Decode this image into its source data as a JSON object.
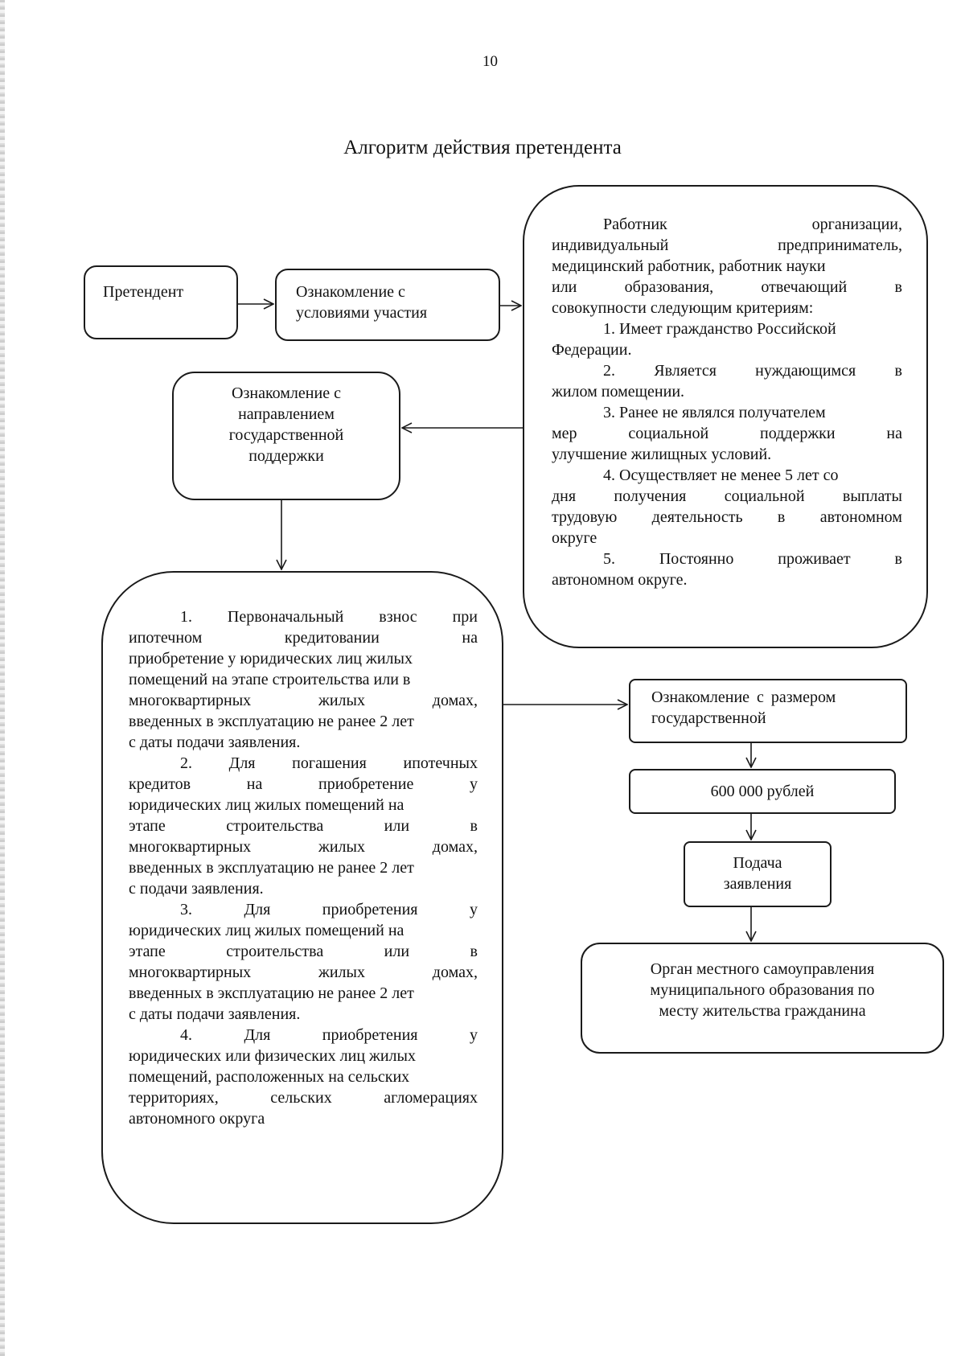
{
  "page_number": "10",
  "title": "Алгоритм действия претендента",
  "nodes": {
    "applicant": "Претендент",
    "conditions": [
      "Ознакомление с",
      "условиями участия"
    ],
    "criteria": {
      "intro": [
        [
          "Работник",
          "организации,"
        ],
        [
          "индивидуальный",
          "предприниматель,"
        ],
        [
          "медицинский работник, работник науки"
        ],
        [
          "или",
          "образования,",
          "отвечающий",
          "в"
        ],
        [
          "совокупности следующим критериям:"
        ]
      ],
      "items": [
        {
          "lines": [
            [
              "1. Имеет гражданство Российской"
            ],
            [
              "Федерации."
            ]
          ]
        },
        {
          "lines": [
            [
              "2.",
              "Является",
              "нуждающимся",
              "в"
            ],
            [
              "жилом помещении."
            ]
          ]
        },
        {
          "lines": [
            [
              "3. Ранее не являлся получателем"
            ],
            [
              "мер",
              "социальной",
              "поддержки",
              "на"
            ],
            [
              "улучшение жилищных условий."
            ]
          ]
        },
        {
          "lines": [
            [
              "4. Осуществляет не менее 5 лет со"
            ],
            [
              "дня",
              "получения",
              "социальной",
              "выплаты"
            ],
            [
              "трудовую",
              "деятельность",
              "в",
              "автономном"
            ],
            [
              "округе"
            ]
          ]
        },
        {
          "lines": [
            [
              "5.",
              "Постоянно",
              "проживает",
              "в"
            ],
            [
              "автономном округе."
            ]
          ]
        }
      ]
    },
    "direction": [
      "Ознакомление с",
      "направлением",
      "государственной",
      "поддержки"
    ],
    "purposes": [
      {
        "lines": [
          [
            "1.",
            "Первоначальный",
            "взнос",
            "при"
          ],
          [
            "ипотечном",
            "кредитовании",
            "на"
          ],
          [
            "приобретение у юридических лиц жилых"
          ],
          [
            "помещений на этапе строительства или в"
          ],
          [
            "многоквартирных",
            "жилых",
            "домах,"
          ],
          [
            "введенных в эксплуатацию не ранее 2 лет"
          ],
          [
            "с даты подачи заявления."
          ]
        ]
      },
      {
        "lines": [
          [
            "2.",
            "Для",
            "погашения",
            "ипотечных"
          ],
          [
            "кредитов",
            "на",
            "приобретение",
            "у"
          ],
          [
            "юридических лиц жилых помещений на"
          ],
          [
            "этапе",
            "строительства",
            "или",
            "в"
          ],
          [
            "многоквартирных",
            "жилых",
            "домах,"
          ],
          [
            "введенных в эксплуатацию не ранее 2 лет"
          ],
          [
            "с подачи заявления."
          ]
        ]
      },
      {
        "lines": [
          [
            "3.",
            "Для",
            "приобретения",
            "у"
          ],
          [
            "юридических лиц жилых помещений на"
          ],
          [
            "этапе",
            "строительства",
            "или",
            "в"
          ],
          [
            "многоквартирных",
            "жилых",
            "домах,"
          ],
          [
            "введенных в эксплуатацию не ранее 2 лет"
          ],
          [
            "с даты подачи заявления."
          ]
        ]
      },
      {
        "lines": [
          [
            "4.",
            "Для",
            "приобретения",
            "у"
          ],
          [
            "юридических или физических лиц жилых"
          ],
          [
            "помещений, расположенных на сельских"
          ],
          [
            "территориях,",
            "сельских",
            "агломерациях"
          ],
          [
            "автономного округа"
          ]
        ]
      }
    ],
    "size": [
      "Ознакомление с размером",
      "государственной"
    ],
    "amount": "600 000 рублей",
    "submit": [
      "Подача",
      "заявления"
    ],
    "authority": [
      "Орган местного самоуправления",
      "муниципального образования по",
      "месту жительства гражданина"
    ]
  }
}
